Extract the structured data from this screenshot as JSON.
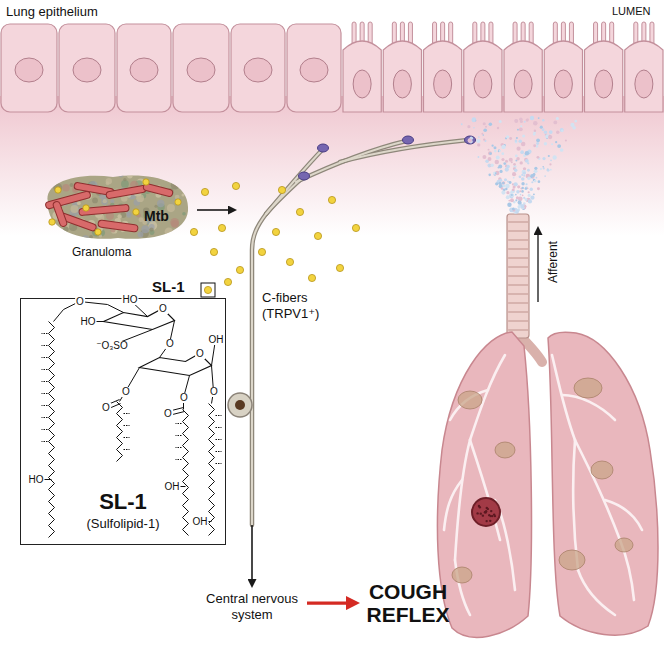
{
  "diagram": {
    "nodes": [
      {
        "text": [
          "Mtb",
          "Granuloma"
        ]
      },
      {
        "text": [
          "SL-1",
          "(Sulfolipid-1)"
        ]
      },
      {
        "text": [
          "C-fibers (TRPV1⁺)"
        ]
      },
      {
        "text": [
          "Central nervous system"
        ]
      },
      {
        "text": [
          "COUGH REFLEX"
        ]
      }
    ],
    "edges": [
      {
        "from": 2,
        "to": 3,
        "arrow": "to"
      },
      {
        "from": 3,
        "to": 4,
        "arrow": "to"
      }
    ],
    "labels": [
      "Lung epithelium",
      "LUMEN",
      "SL-1",
      "Afferent",
      "O",
      "HO",
      "O",
      "HO",
      "⁻O₃SO",
      "O",
      "O",
      "OH",
      "O",
      "O",
      "O",
      "O",
      "O",
      "HO",
      "OH",
      "OH"
    ]
  }
}
